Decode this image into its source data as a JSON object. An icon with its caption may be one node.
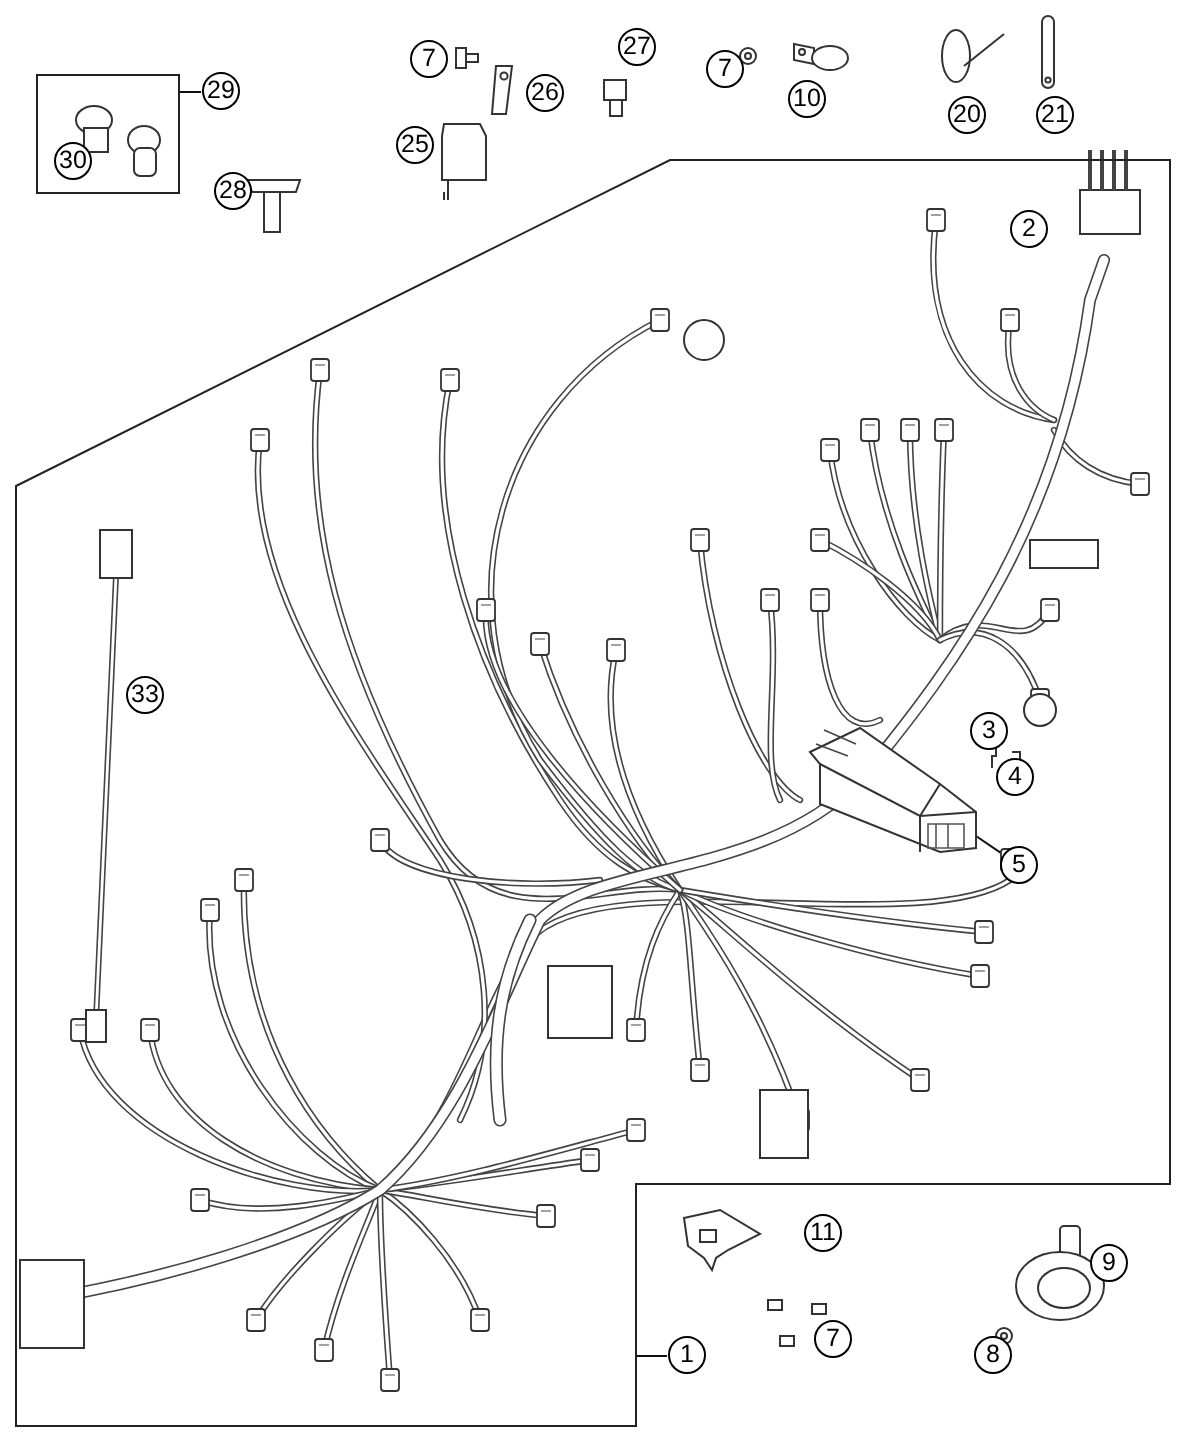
{
  "diagram": {
    "nodes": [
      {
        "text": [
          "29"
        ]
      },
      {
        "text": [],
        "shape": "box"
      },
      {
        "text": [
          "1"
        ]
      },
      {
        "text": [],
        "shape": "box"
      },
      {
        "text": [
          "5"
        ],
        "in": 3
      },
      {
        "text": [],
        "shape": "picture",
        "in": 3
      },
      {
        "text": [
          "7"
        ]
      },
      {
        "text": [
          "27"
        ]
      },
      {
        "text": [
          "26"
        ]
      },
      {
        "text": [
          "7"
        ]
      },
      {
        "text": [
          "10"
        ]
      },
      {
        "text": [
          "20"
        ]
      },
      {
        "text": [
          "21"
        ]
      },
      {
        "text": [
          "30"
        ],
        "in": 1
      },
      {
        "text": [
          "25"
        ]
      },
      {
        "text": [
          "28"
        ]
      },
      {
        "text": [
          "2"
        ],
        "in": 3
      },
      {
        "text": [
          "33"
        ],
        "in": 3
      },
      {
        "text": [
          "3"
        ],
        "in": 3
      },
      {
        "text": [
          "4"
        ],
        "in": 3
      },
      {
        "text": [
          "11"
        ]
      },
      {
        "text": [
          "9"
        ]
      },
      {
        "text": [
          "7"
        ]
      },
      {
        "text": [
          "8"
        ]
      }
    ],
    "edges": [
      {
        "from": 0,
        "to": 1,
        "arrow": "none"
      },
      {
        "from": 2,
        "to": 3,
        "arrow": "none"
      },
      {
        "from": 4,
        "to": 5,
        "arrow": "none"
      }
    ]
  }
}
